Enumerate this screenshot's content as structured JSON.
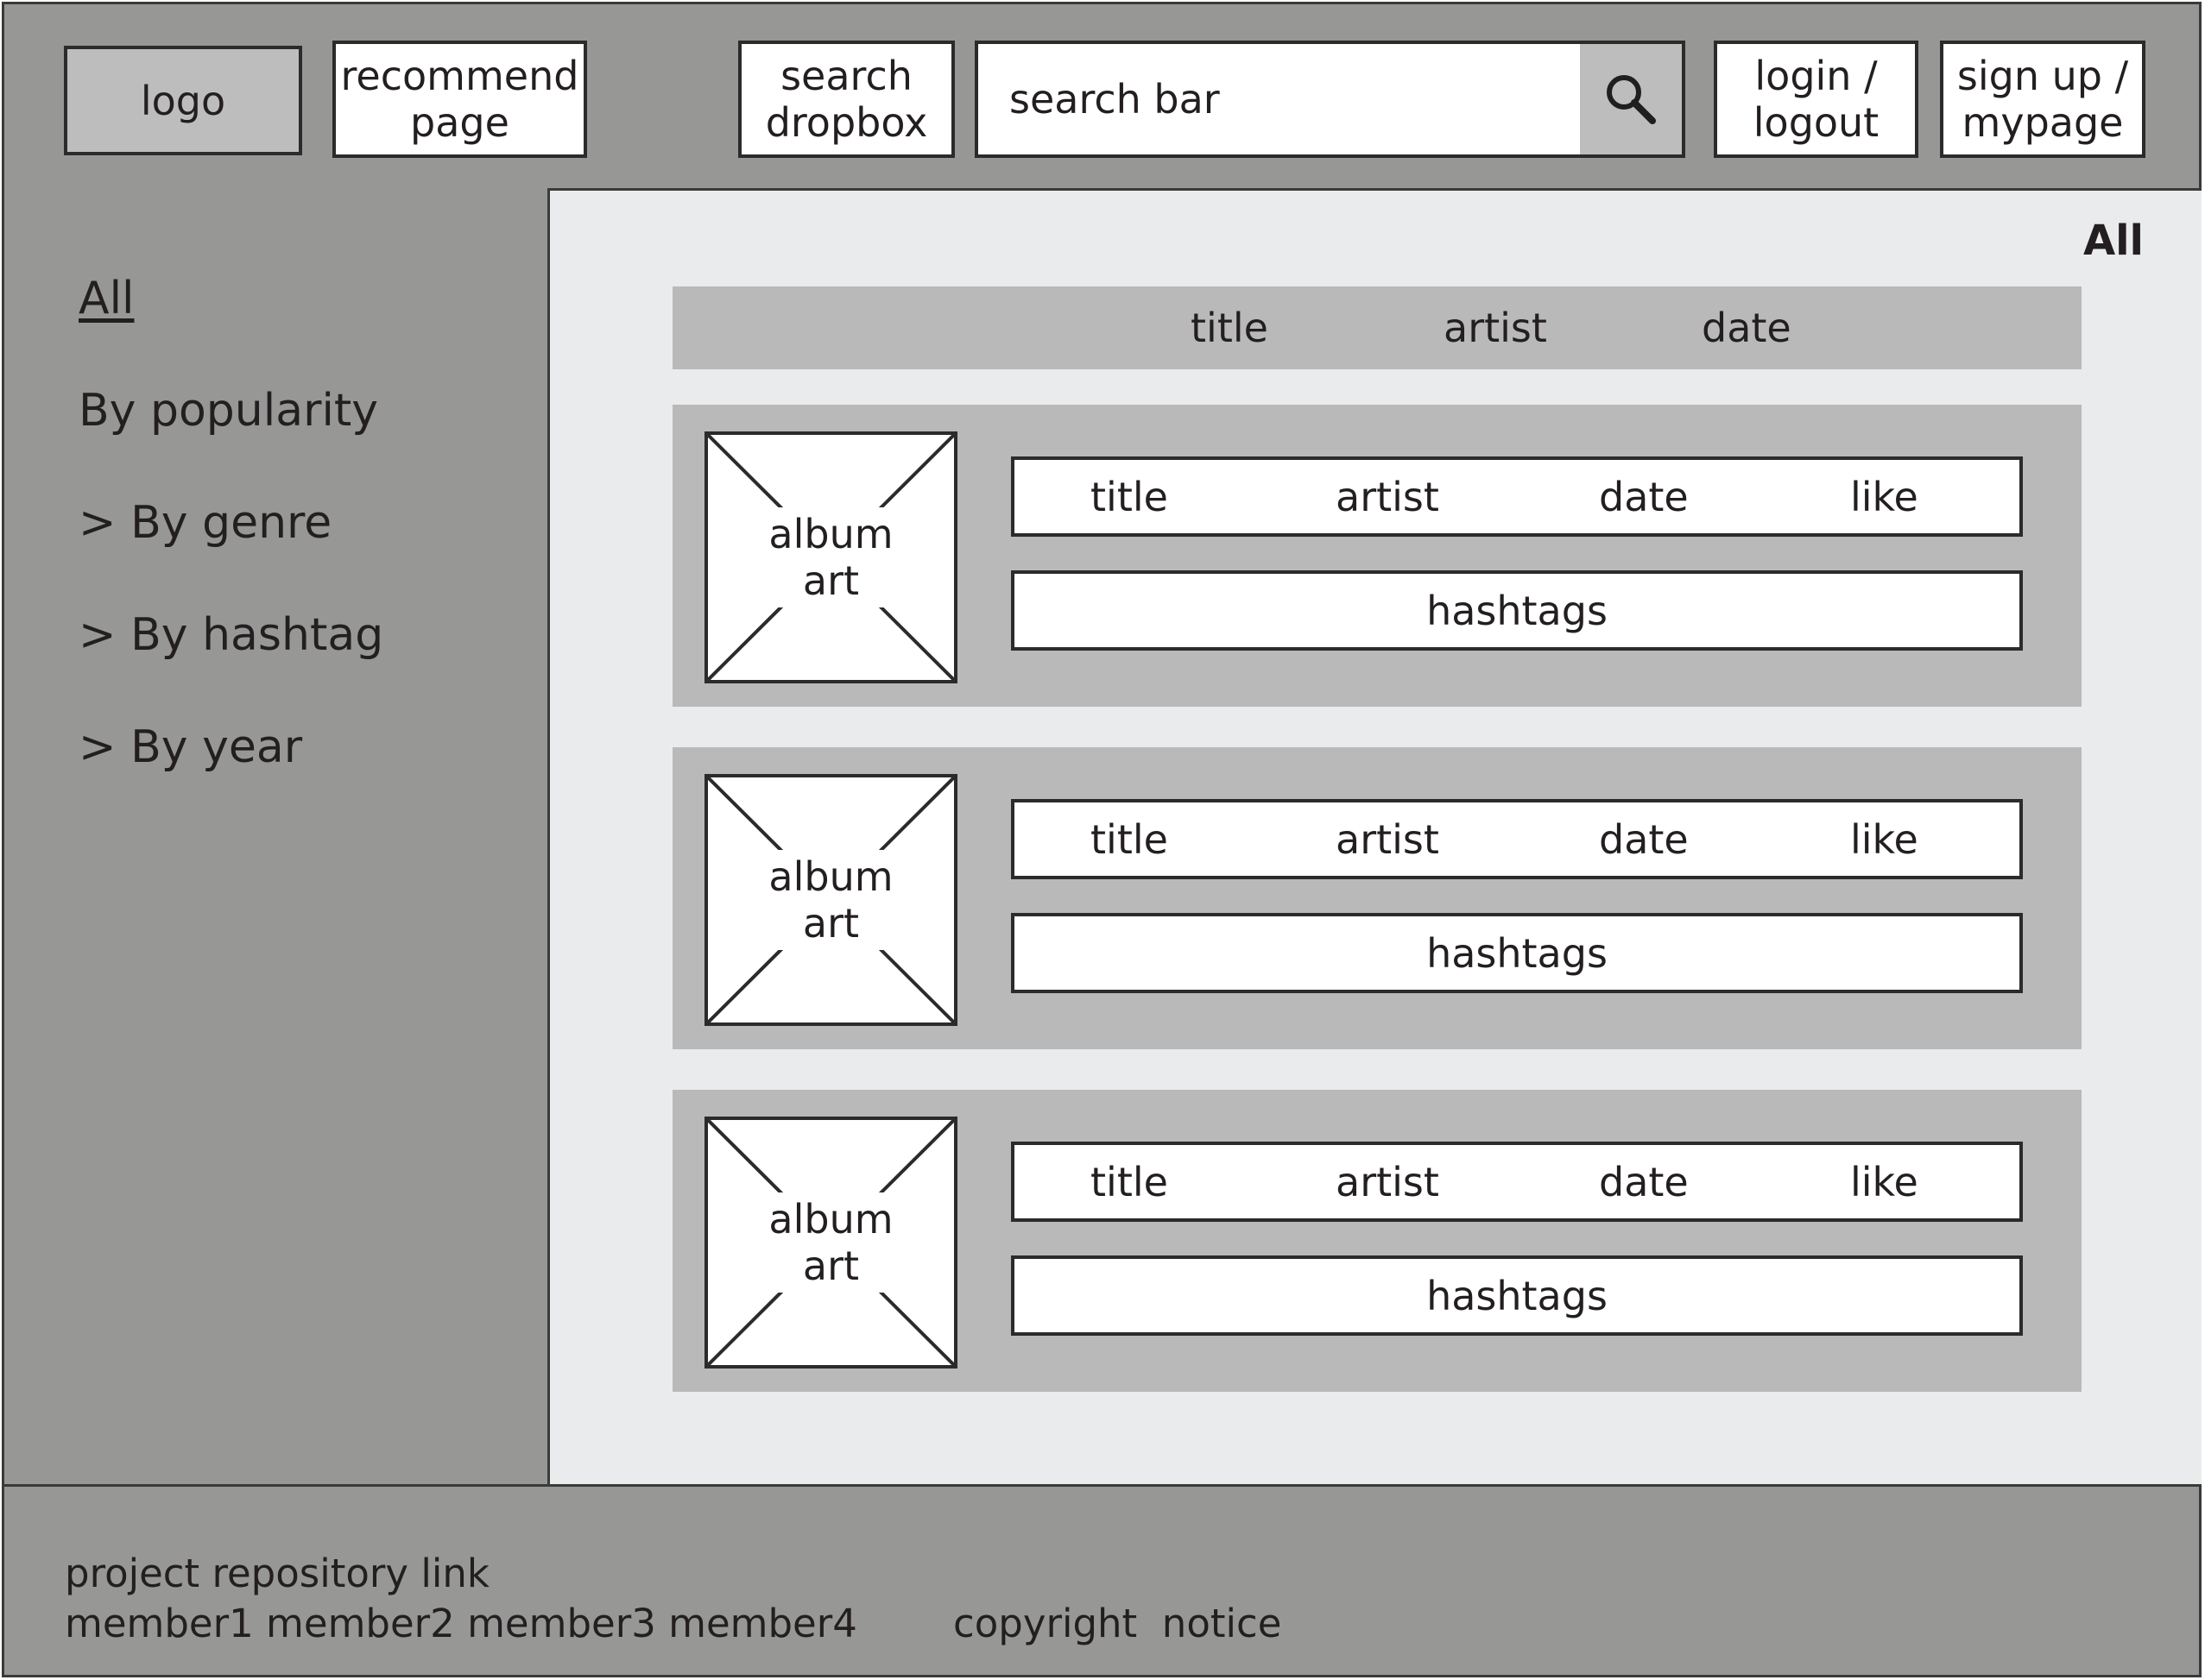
{
  "header": {
    "logo_label": "logo",
    "recommend_label": "recommend\npage",
    "search_dropbox_label": "search\ndropbox",
    "search_bar_placeholder": "search bar",
    "login_label": "login /\nlogout",
    "signup_label": "sign up /\nmypage"
  },
  "sidebar": {
    "items": [
      {
        "label": "All",
        "active": true
      },
      {
        "label": "By popularity"
      },
      {
        "label": "> By genre"
      },
      {
        "label": "> By hashtag"
      },
      {
        "label": "> By year"
      }
    ]
  },
  "main": {
    "heading": "All",
    "columns": {
      "title": "title",
      "artist": "artist",
      "date": "date"
    },
    "cards": [
      {
        "art": "album\nart",
        "title": "title",
        "artist": "artist",
        "date": "date",
        "like": "like",
        "hashtags": "hashtags"
      },
      {
        "art": "album\nart",
        "title": "title",
        "artist": "artist",
        "date": "date",
        "like": "like",
        "hashtags": "hashtags"
      },
      {
        "art": "album\nart",
        "title": "title",
        "artist": "artist",
        "date": "date",
        "like": "like",
        "hashtags": "hashtags"
      }
    ]
  },
  "footer": {
    "repo_link": "project repository link",
    "members": "member1 member2 member3 member4",
    "copyright": "copyright  notice"
  },
  "icons": {
    "search_button": "magnifier-icon"
  },
  "colors": {
    "frame_gray": "#979796",
    "light_gray": "#b9b9b9",
    "content_bg": "#eaebed",
    "logo_gray": "#bdbdbd"
  }
}
